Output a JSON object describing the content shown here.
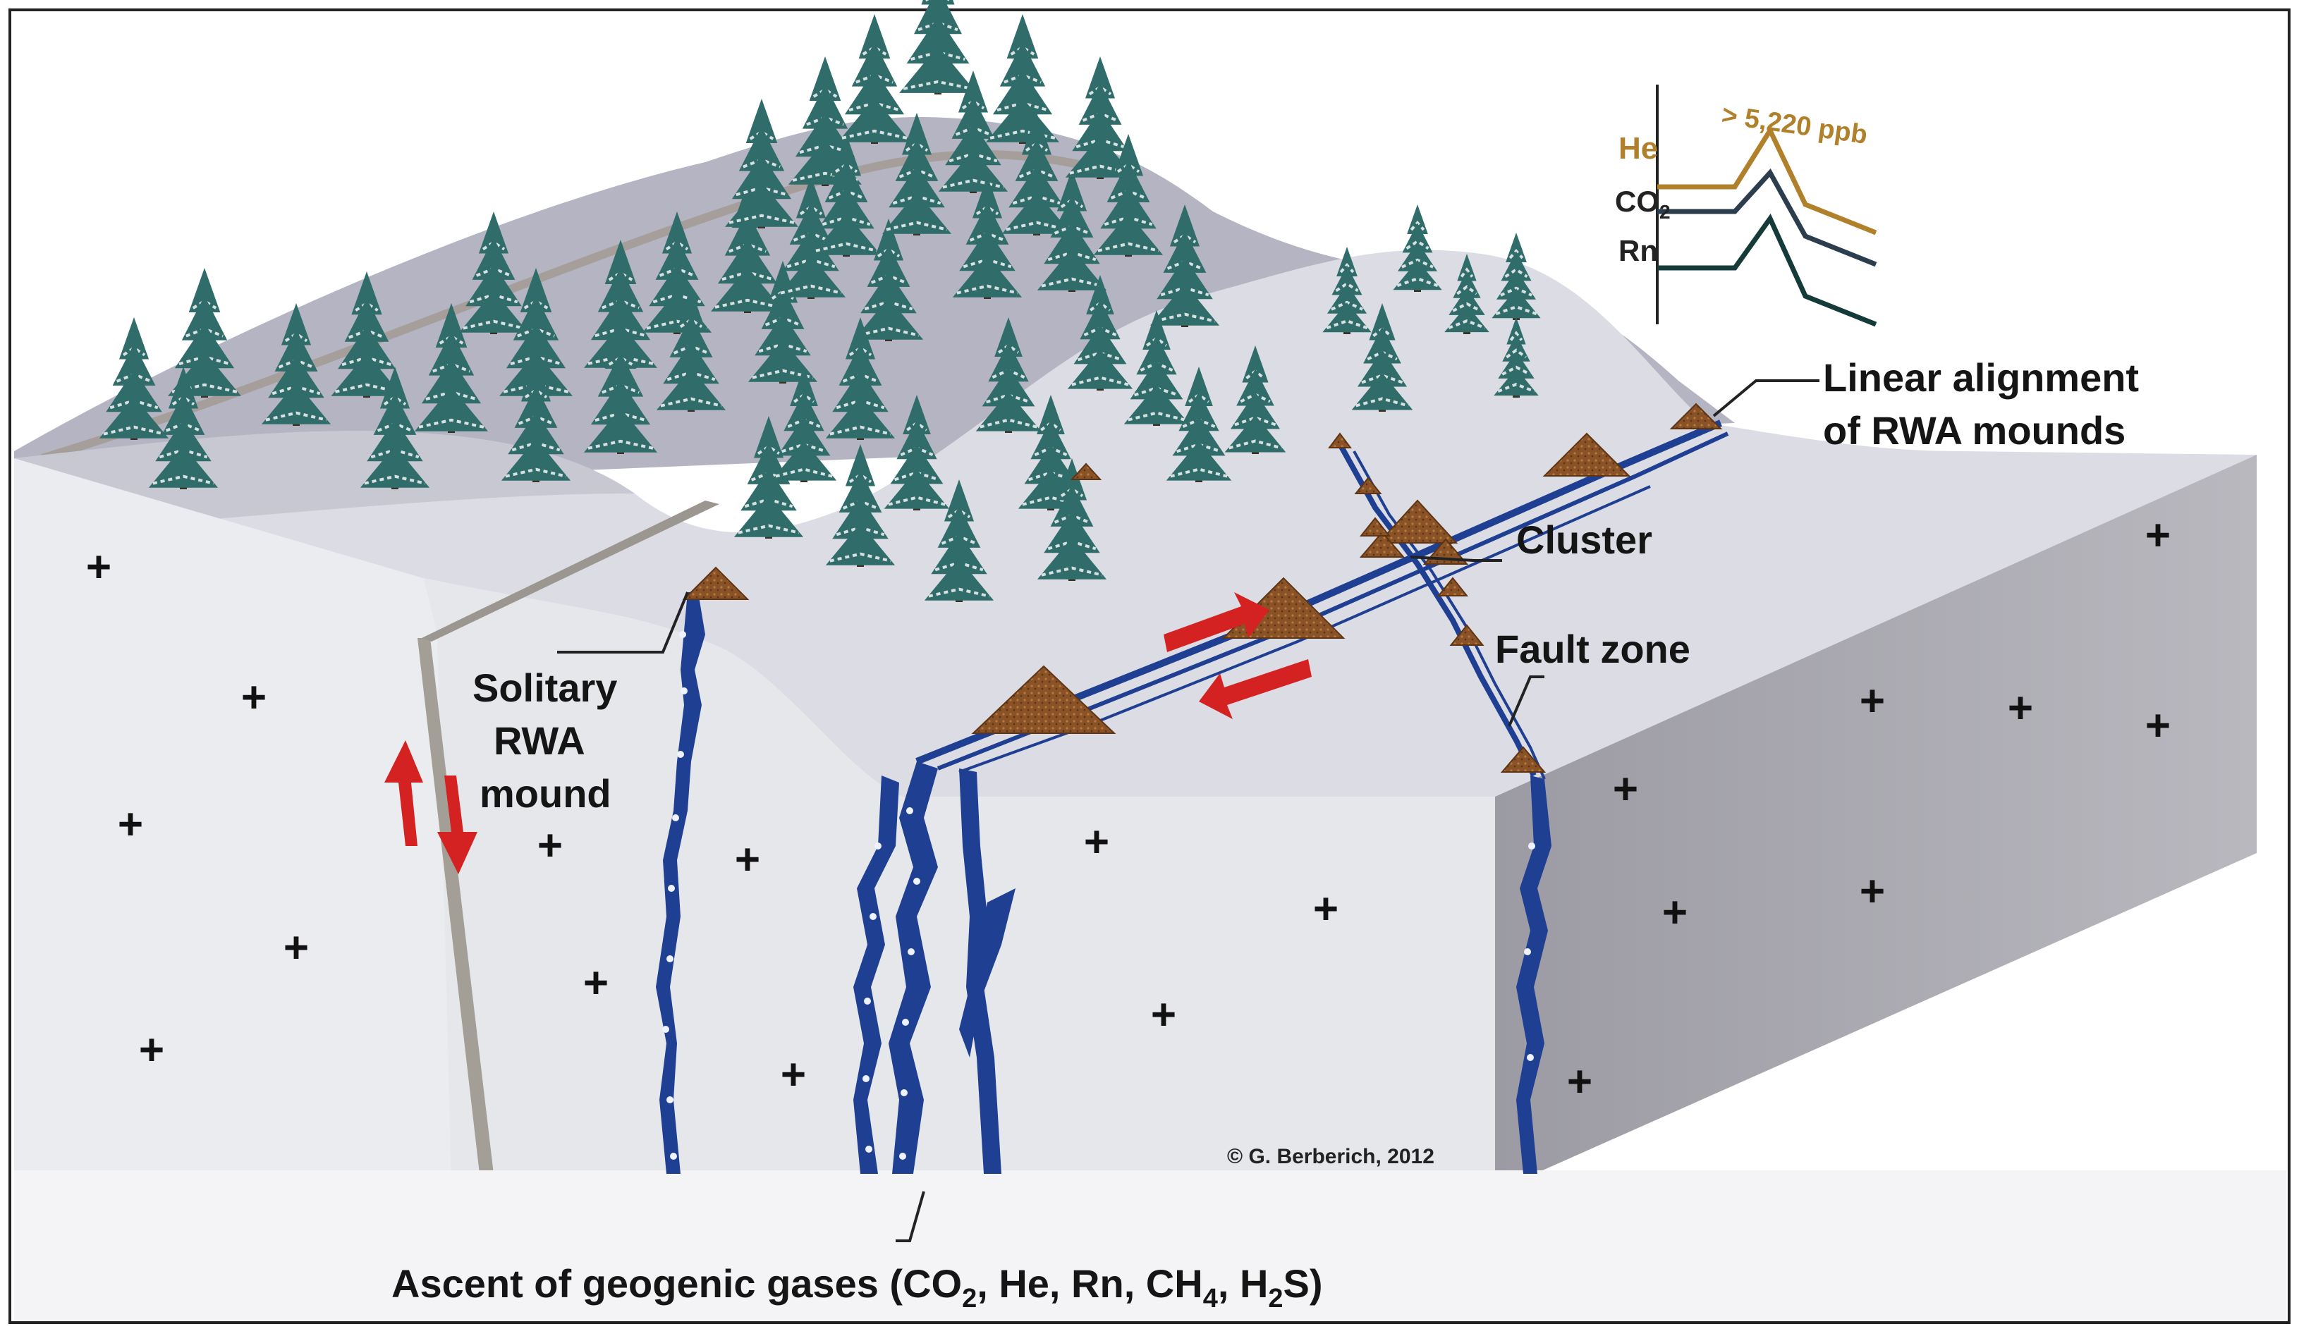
{
  "labels": {
    "linear_alignment_1": "Linear alignment",
    "linear_alignment_2": "of RWA mounds",
    "cluster": "Cluster",
    "fault_zone": "Fault zone",
    "solitary_1": "Solitary",
    "solitary_2": "RWA",
    "solitary_3": "mound",
    "ascent": "Ascent of geogenic gases (CO",
    "ascent_sub1": "2",
    "ascent_mid": ", He, Rn, CH",
    "ascent_sub2": "4",
    "ascent_mid2": ", H",
    "ascent_sub3": "2",
    "ascent_end": "S)",
    "copyright": "© G. Berberich, 2012"
  },
  "inset": {
    "peak_label": "> 5,220 ppb",
    "he": "He",
    "co2": "CO",
    "co2_sub": "2",
    "rn": "Rn"
  },
  "granite_symbol": "+",
  "colors": {
    "tree": "#2f6c6a",
    "snow": "#d8e0e2",
    "mound": "#8a5327",
    "fault": "#1f3f92",
    "arrow": "#d42222",
    "he_line": "#b0802a",
    "co2_line": "#2c3e4e",
    "rn_line": "#143a3a"
  }
}
